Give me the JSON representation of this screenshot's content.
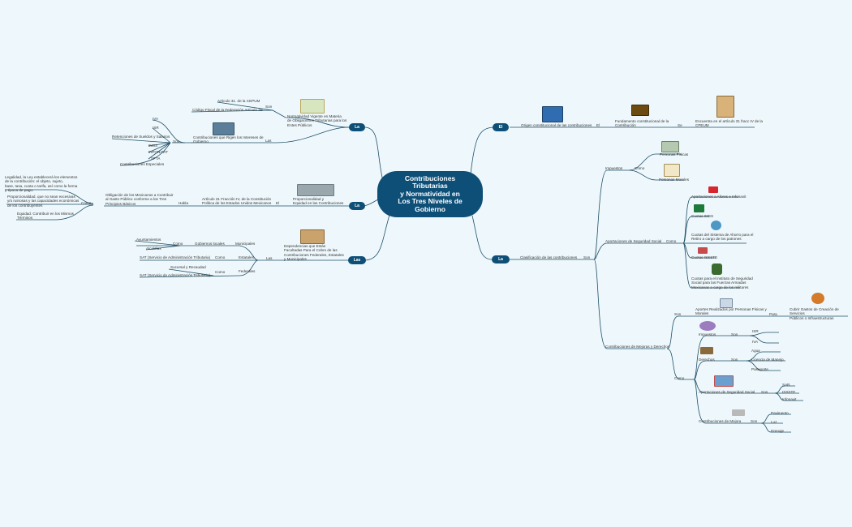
{
  "title": "Contribuciones\nTributarias\ny Normatividad en\nLos Tres Niveles de\nGobierno",
  "hubs": {
    "la_top": "La",
    "la_mid": "La",
    "las": "Las",
    "el": "El",
    "la_right": "La"
  },
  "top_left": {
    "normatividad": "Normatividad Vigente en Materia\nde Obligaciones Tributarias para los\nEntes Públicos",
    "son": "Son",
    "articulo31": "Artículo 31. de la CEPUM",
    "codigo_fiscal": "Código Fiscal de la Federación Artículo 2B",
    "las": "Las",
    "contribuciones": "Contribuciones que Rigen los Intereses de\nGobierno",
    "son2": "Son",
    "items": [
      "IVA",
      "ISR",
      "Retenciones de Sueldos y Salarios",
      "IMSS",
      "INFONAVIT",
      "SFTA",
      "Contribuciones Especiales"
    ]
  },
  "mid_left": {
    "proporcionalidad": "Proporcionalidad y\nEquidad en las Contribuciones",
    "el": "El",
    "articulo31": "Artículo 31 Fracción IV, de la Constitución\nPolítica de los Estados Unidos Mexicanos",
    "habla": "Habla",
    "obligacion": "Obligación de los Mexicanos a Contribuir\nal Gasto Público conforme a los Tres\nPrincipios Básicos",
    "como": "Como",
    "legalidad": "Legalidad, la Ley establecerá los elementos\nde la contribución: el objeto, sujeto,\nbase, tasa, cuota o tarifa, así como la forma\ny época de pago.",
    "proporcionalidad2": "Proporcionalidad, que no sean excesivas\ny/o ruinosas y las capacidades económicas\nde los contribuyentes",
    "equidad": "Equidad. Contribuir en los Mismos\nTérminos"
  },
  "bottom_left": {
    "dependencias": "Dependencias que Están\nFacultadas Para el Cobro de las\nContribuciones Federales, Estatales\ny Municipales",
    "las": "Las",
    "municipales": "Municipales",
    "gobiernos_locales": "Gobiernos locales",
    "como1": "Como",
    "ayuntamientos": "Ayuntamientos",
    "alcaldias": "Alcaldías",
    "estatales": "Estatales",
    "como2": "Como",
    "sat_estatal": "SAT (Servicio de Administración Tributaria)",
    "federales": "Federales",
    "como3": "Como",
    "sucursal": "Sucursal   y Recaudad",
    "sat_federal": "SAT (Servicio de Administración Tributaria)"
  },
  "right_top": {
    "origen": "Origen constitucional de las contribuciones",
    "el": "El",
    "fundamento": "Fundamento constitucional de la\nContribución",
    "se": "Se",
    "encuentra": "Encuentra en el artículo 31 fracc IV de la\nCPEUM"
  },
  "right_main": {
    "clasificacion": "Clasificación de las contribuciones",
    "son": "Son",
    "impuestos": "Impuestos",
    "como_imp": "Como",
    "personas_fisicas": "Personas Físicas",
    "personas_morales": "Personas Morales",
    "aportaciones": "Aportaciones de Seguridad Social",
    "como_ap": "Como",
    "ap_items": [
      "Aportaciones a Afores e Infonavit",
      "Cuotas IMSS",
      "Cuotas del Sistema de Ahorro para el\nRetiro a cargo de los patrones",
      "Cuotas ISSSTE",
      "Cuotas para el Instituto de Seguridad\nSocial para las Fuerzas Armadas\nMexicanas a cargo de los militares"
    ],
    "contribuciones_mejoras": "Contribuciones de Mejoras y Derechos",
    "son_cm": "Son",
    "aportes": "Aportes Realizados por Personas Físicas y\nMorales",
    "para": "Para",
    "cubrir": "Cubrir Gastos de Creación de Servicios\nPúblicos o Infraestructuras",
    "como_cm": "Como",
    "impuestos2": "Impuestos",
    "son_i": "Son",
    "isr": "ISR",
    "iva": "IVA",
    "derechos": "Derechos",
    "son_d": "Son",
    "agua": "Agua",
    "licencia": "Licencia de Manejo",
    "pasaporte": "Pasaporte",
    "aportaciones_ss": "Aportaciones de Seguridad Social",
    "son_a": "Son",
    "sar": "SAR",
    "issste": "ISSSTE",
    "infonavit": "Infonavit",
    "contribuciones_mejora": "Contribuciones de Mejora",
    "son_m": "Son",
    "pavimento": "Pavimento",
    "luz": "Luz",
    "drenaje": "Drenaje"
  },
  "colors": {
    "hub": "#0e4f77",
    "link": "#1f4f66",
    "background": "#eef8fc"
  }
}
